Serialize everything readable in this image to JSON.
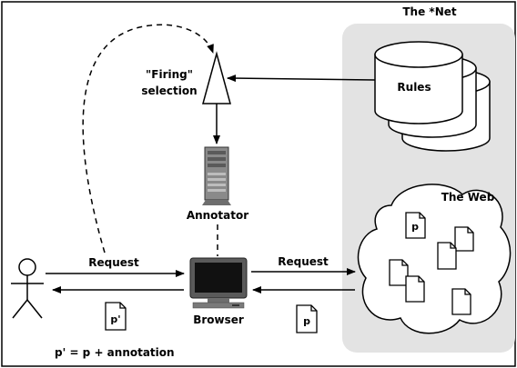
{
  "net_region": {
    "label": "The *Net",
    "fill": "#e3e3e3"
  },
  "rules": {
    "label": "Rules"
  },
  "firing": {
    "line1": "\"Firing\"",
    "line2": "selection"
  },
  "annotator": {
    "label": "Annotator"
  },
  "browser": {
    "label": "Browser"
  },
  "web": {
    "label": "The Web",
    "doc_label": "p"
  },
  "arrows": {
    "request_left": "Request",
    "request_right": "Request"
  },
  "docs": {
    "p_prime": "p'",
    "p": "p"
  },
  "footnote": "p' = p + annotation",
  "icons": [
    "user-icon",
    "server-icon",
    "monitor-icon",
    "document-icon",
    "database-icon",
    "triangle-filter-icon",
    "cloud-icon"
  ]
}
